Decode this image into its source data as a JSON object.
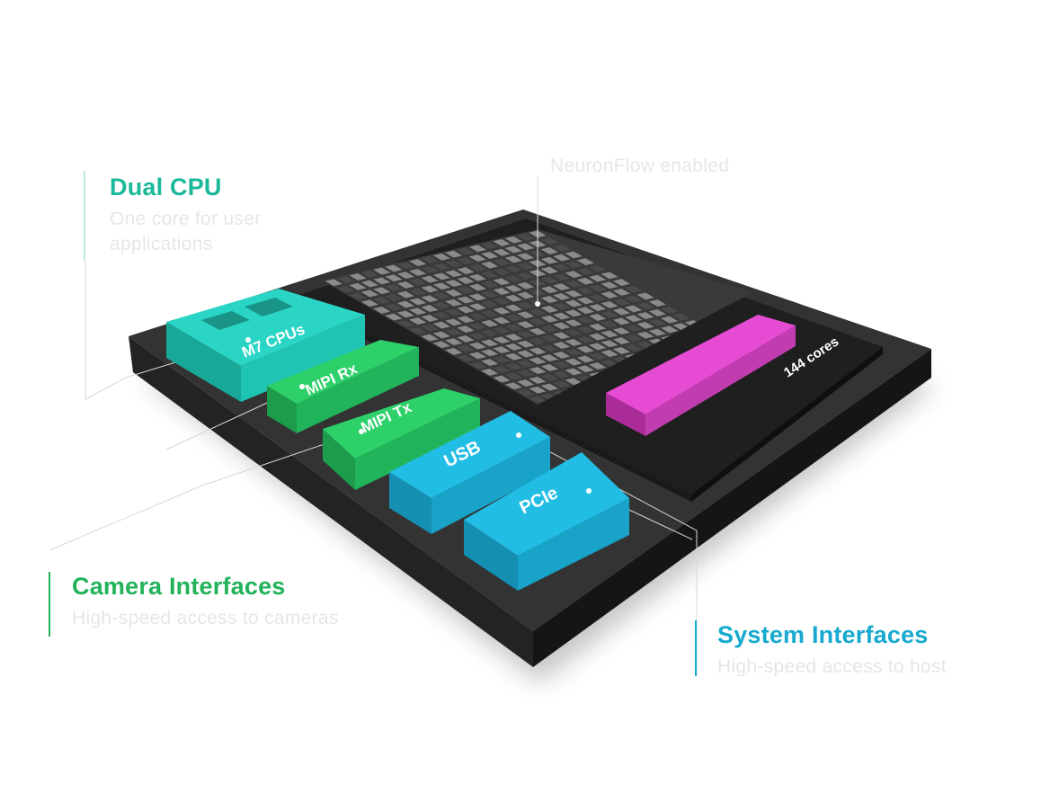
{
  "colors": {
    "cpu_accent": "#1bb99a",
    "camera_accent": "#22b25a",
    "system_accent": "#17a9cf",
    "npu_bar": "#e64bd3",
    "muted_text": "#e6e6e6"
  },
  "annotations": {
    "cpu": {
      "title": "Dual CPU",
      "subtitle_line1": "One core for user",
      "subtitle_line2": "applications"
    },
    "camera": {
      "title": "Camera Interfaces",
      "subtitle": "High-speed access to cameras"
    },
    "system": {
      "title": "System Interfaces",
      "subtitle": "High-speed access to host"
    },
    "neuronflow": "NeuronFlow enabled"
  },
  "blocks": {
    "cpu": "M7 CPUs",
    "mipi_rx": "MIPI Rx",
    "mipi_tx": "MIPI Tx",
    "usb": "USB",
    "pcie": "PCIe"
  },
  "npu": {
    "cores_label": "144 cores"
  }
}
